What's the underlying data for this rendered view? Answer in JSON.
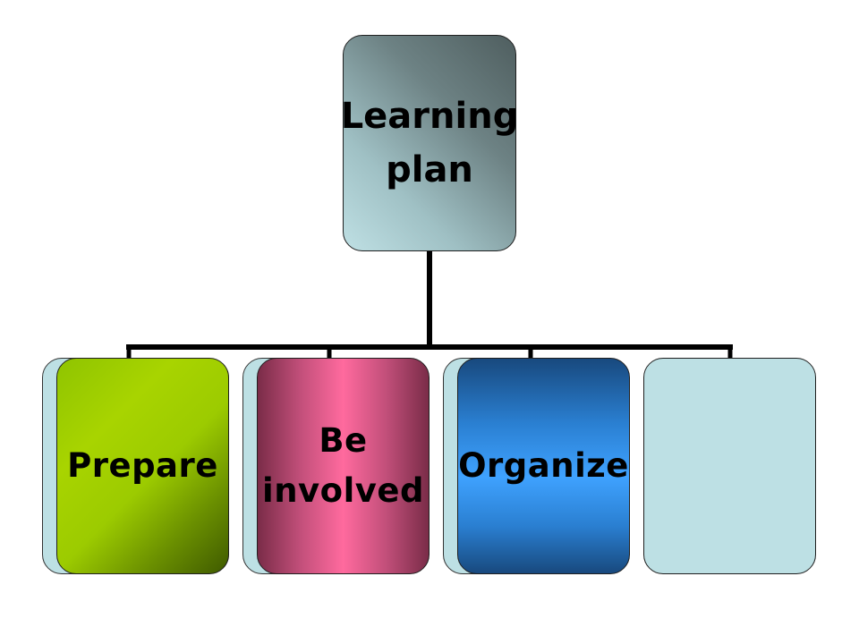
{
  "diagram": {
    "root": {
      "lines": [
        "Learning",
        "plan"
      ]
    },
    "children": [
      {
        "key": "prepare",
        "lines": [
          "Prepare"
        ],
        "color": "#9ccb00"
      },
      {
        "key": "involved",
        "lines": [
          "Be",
          "involved"
        ],
        "color": "#ff6a9e"
      },
      {
        "key": "organize",
        "lines": [
          "Organize"
        ],
        "color": "#3fa2ff"
      },
      {
        "key": "empty",
        "lines": [],
        "color": "#bde0e4"
      }
    ],
    "colors": {
      "connector": "#000000",
      "shadow_box": "#bde0e4"
    }
  }
}
